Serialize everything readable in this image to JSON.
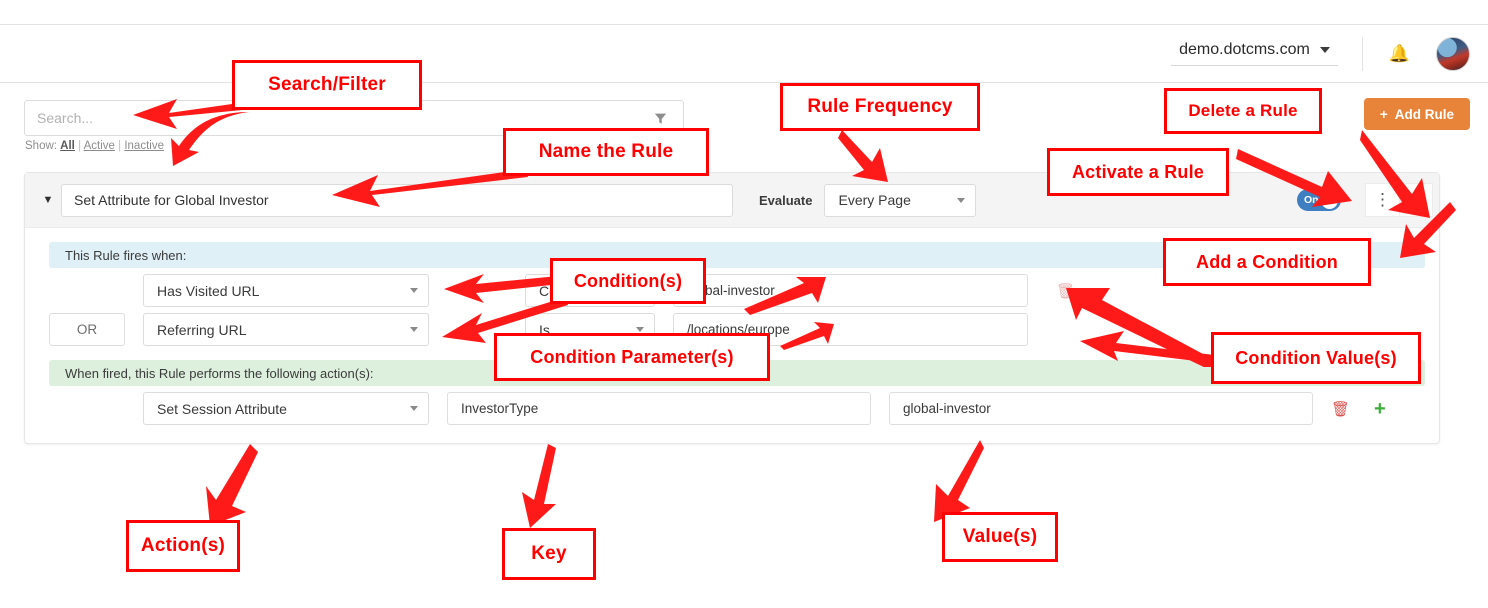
{
  "header": {
    "site_name": "demo.dotcms.com",
    "caret_icon": "chevron-down-icon",
    "bell_icon": "bell-icon",
    "avatar_icon": "user-avatar"
  },
  "toolbar": {
    "search_placeholder": "Search...",
    "search_value": "",
    "filter_icon": "funnel-icon",
    "show_label": "Show:",
    "show_options": [
      "All",
      "Active",
      "Inactive"
    ],
    "show_selected": "All",
    "separator": "|",
    "add_rule_label": "Add Rule",
    "add_rule_icon": "plus-icon",
    "add_rule_color": "#e8833a"
  },
  "rule": {
    "twisty_icon": "chevron-down-icon",
    "name": "Set Attribute for Global Investor",
    "evaluate_label": "Evaluate",
    "frequency": "Every Page",
    "toggle_state": "On",
    "toggle_color": "#3f7fc1",
    "toggle_dot_color": "#2ea84f",
    "kebab_icon": "kebab-menu-icon",
    "add_icon": "plus-icon",
    "when_header": "This Rule fires when:",
    "then_header": "When fired, this Rule performs the following action(s):",
    "conditions": [
      {
        "operator": "",
        "condition": "Has Visited URL",
        "parameter": "Contains",
        "value": "global-investor",
        "delete_icon": "trash-icon"
      },
      {
        "operator": "OR",
        "condition": "Referring URL",
        "parameter": "Is",
        "value": "/locations/europe",
        "delete_icon": "trash-icon"
      }
    ],
    "actions": [
      {
        "action": "Set Session Attribute",
        "key": "InvestorType",
        "value": "global-investor",
        "delete_icon": "trash-icon",
        "add_icon": "plus-icon"
      }
    ]
  },
  "annotations": {
    "color": "#ff0000",
    "items": [
      {
        "label": "Search/Filter"
      },
      {
        "label": "Name the Rule"
      },
      {
        "label": "Rule Frequency"
      },
      {
        "label": "Delete a Rule"
      },
      {
        "label": "Activate a Rule"
      },
      {
        "label": "Add a Condition"
      },
      {
        "label": "Condition(s)"
      },
      {
        "label": "Condition Parameter(s)"
      },
      {
        "label": "Condition Value(s)"
      },
      {
        "label": "Action(s)"
      },
      {
        "label": "Key"
      },
      {
        "label": "Value(s)"
      }
    ]
  }
}
